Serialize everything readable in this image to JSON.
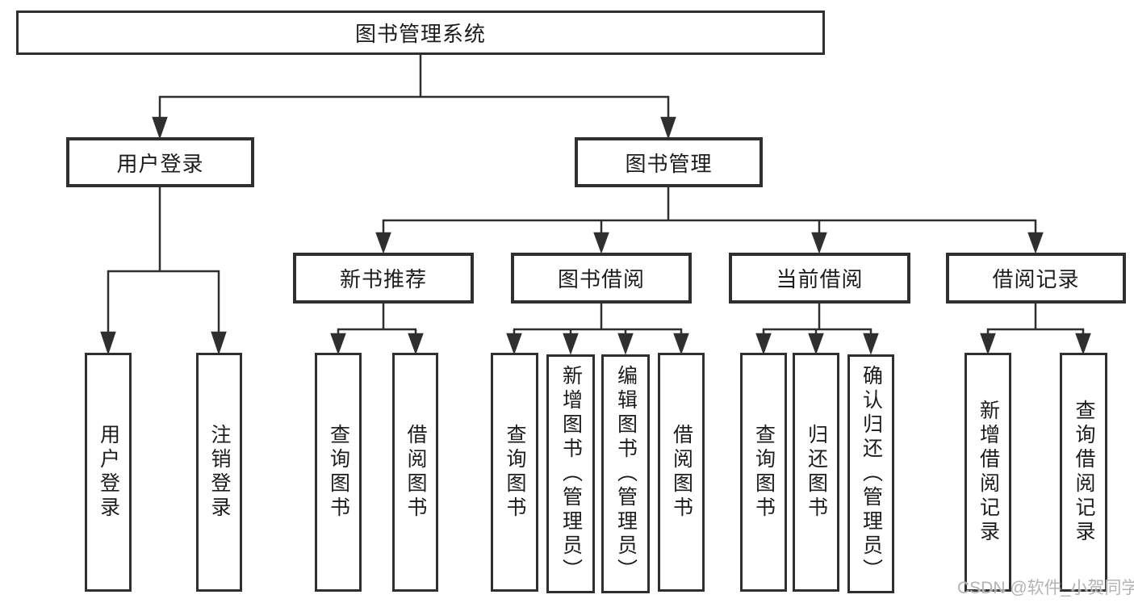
{
  "diagram": {
    "root": {
      "label": "图书管理系统"
    },
    "user_branch": {
      "label": "用户登录",
      "children": [
        {
          "label": "用户登录"
        },
        {
          "label": "注销登录"
        }
      ]
    },
    "book_branch": {
      "label": "图书管理",
      "sections": [
        {
          "label": "新书推荐",
          "children": [
            {
              "label": "查询图书"
            },
            {
              "label": "借阅图书"
            }
          ]
        },
        {
          "label": "图书借阅",
          "children": [
            {
              "label": "查询图书"
            },
            {
              "label": "新增图书（管理员）"
            },
            {
              "label": "编辑图书（管理员）"
            },
            {
              "label": "借阅图书"
            }
          ]
        },
        {
          "label": "当前借阅",
          "children": [
            {
              "label": "查询图书"
            },
            {
              "label": "归还图书"
            },
            {
              "label": "确认归还（管理员）"
            }
          ]
        },
        {
          "label": "借阅记录",
          "children": [
            {
              "label": "新增借阅记录"
            },
            {
              "label": "查询借阅记录"
            }
          ]
        }
      ]
    },
    "watermark": "CSDN @软件_小贺同学",
    "colors": {
      "line": "#2f2f2f",
      "box_border": "#2f2f2f",
      "text": "#1c1c1c",
      "watermark": "#b3b3b3",
      "background": "#ffffff"
    }
  }
}
